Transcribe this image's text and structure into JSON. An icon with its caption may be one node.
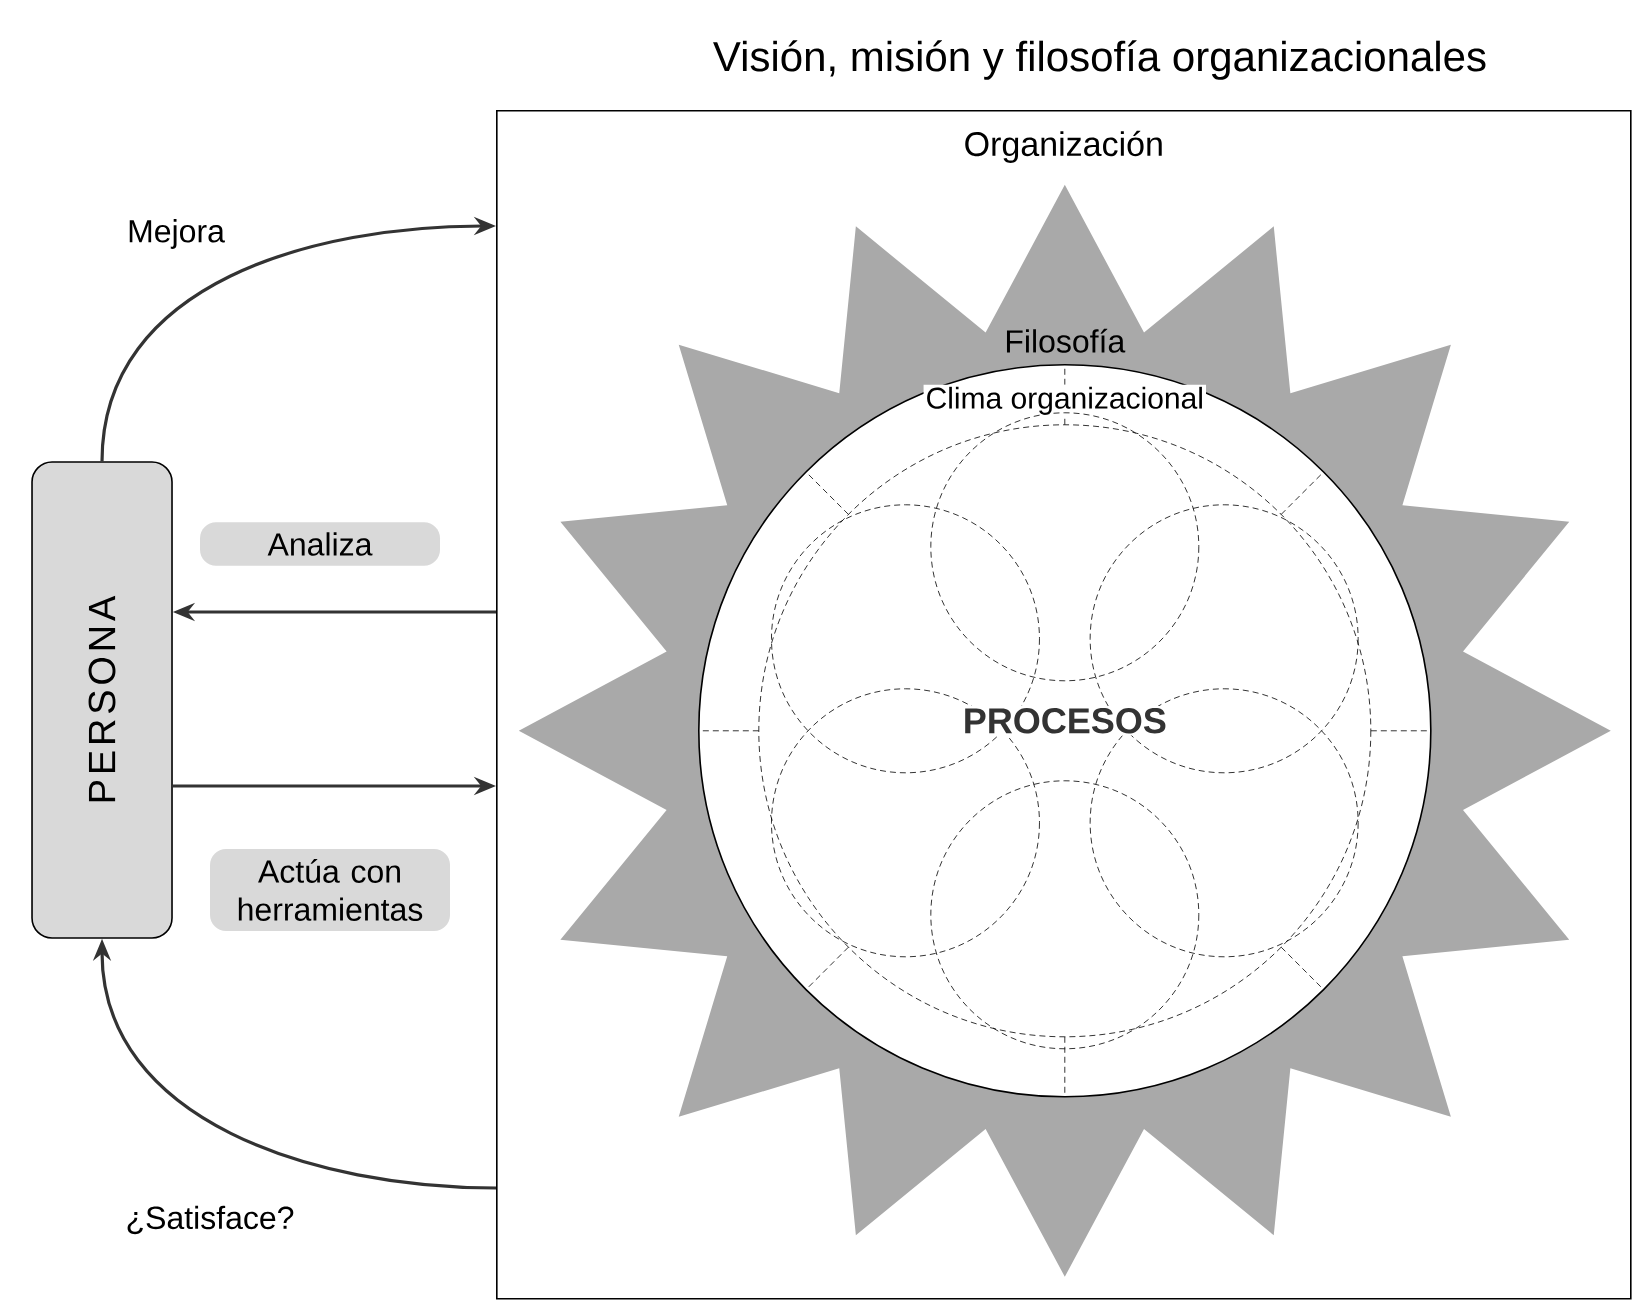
{
  "diagram": {
    "title": "Visión, misión y filosofía organizacionales",
    "nodes": [
      {
        "text": [
          "PERSONA"
        ]
      },
      {
        "text": [
          "Organización"
        ]
      },
      {
        "text": [
          "Filosofía"
        ],
        "in": 1
      },
      {
        "text": [
          "Clima organizacional"
        ],
        "in": 2
      },
      {
        "text": [
          "PROCESOS"
        ],
        "in": 3
      }
    ],
    "edges": [
      {
        "from": 0,
        "to": 1,
        "arrow": "to",
        "label": "Mejora"
      },
      {
        "from": 1,
        "to": 0,
        "arrow": "to",
        "label": "Analiza"
      },
      {
        "from": 0,
        "to": 1,
        "arrow": "to",
        "label": "Actúa con herramientas"
      },
      {
        "from": 1,
        "to": 0,
        "arrow": "to",
        "label": "¿Satisface?"
      }
    ]
  }
}
